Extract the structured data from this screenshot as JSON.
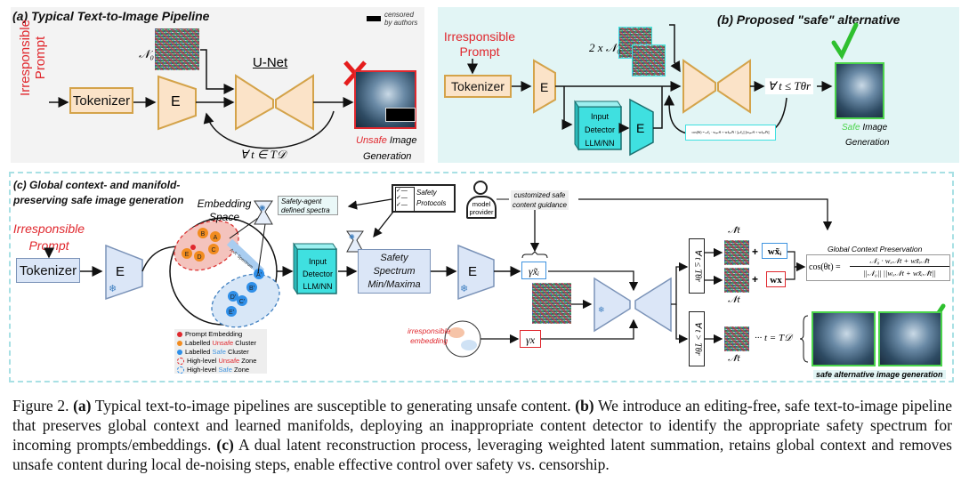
{
  "figure": {
    "panel_a": {
      "title": "(a)  Typical Text-to-Image Pipeline",
      "censored_legend": "censored by authors",
      "prompt_label": "Irresponsible Prompt",
      "tokenizer_label": "Tokenizer",
      "encoder_label": "E",
      "noise_label": "𝒩₀",
      "unet_label": "U-Net",
      "loop_label": "∀ t ∈ T𝒟",
      "output_label_unsafe": "Unsafe",
      "output_label_rest": " Image",
      "output_label_line2": "Generation"
    },
    "panel_b": {
      "title": "(b)  Proposed \"safe\" alternative",
      "prompt_label_line1": "Irresponsible",
      "prompt_label_line2": "Prompt",
      "tokenizer_label": "Tokenizer",
      "encoder_label": "E",
      "encoder2_label": "E",
      "noise_label": "2 x 𝒩₀",
      "detector_lines": [
        "Input",
        "Detector",
        "LLM/NN"
      ],
      "condition_label": "∀ t ≤ Tθr",
      "formula": "cos(θt) = 𝒩₀ · wₓ𝒩t + wx̃ᵢ𝒩̃t / ||𝒩₀|| ||wₓ𝒩t + wx̃ᵢ𝒩̃t||",
      "output_label_safe": "Safe",
      "output_label_rest": " Image",
      "output_label_line2": "Generation"
    },
    "panel_c": {
      "title_line1": "(c)  Global context- and manifold-",
      "title_line2": "preserving safe image generation",
      "prompt_label_line1": "Irresponsible",
      "prompt_label_line2": "Prompt",
      "tokenizer_label": "Tokenizer",
      "encoder_label": "E",
      "embedding_space_line1": "Embedding",
      "embedding_space_line2": "Space",
      "unsafe_points": [
        "A",
        "B",
        "C",
        "D",
        "E"
      ],
      "safe_points": [
        "A'",
        "B'",
        "C'",
        "D'",
        "E'"
      ],
      "spectrum_label": "A-A' Spectrum",
      "safety_agent_line1": "Safety-agent",
      "safety_agent_line2": "defined spectra",
      "safety_protocols_line1": "Safety",
      "safety_protocols_line2": "Protocols",
      "model_provider_line1": "model",
      "model_provider_line2": "provider",
      "guidance_line1": "customized safe",
      "guidance_line2": "content guidance",
      "detector_lines": [
        "Input",
        "Detector",
        "LLM/NN"
      ],
      "spectrum_box_lines": [
        "Safety",
        "Spectrum",
        "Min/Maxima"
      ],
      "encoder2_label": "E",
      "gamma_safe": "γx̃ᵢ",
      "gamma_unsafe": "γx",
      "irresponsible_embedding_line1": "irresponsible",
      "irresponsible_embedding_line2": "embedding",
      "cond_upper": "∀ t ≤ Tθr",
      "cond_lower": "∀ t > Tθr",
      "latent_tilde": "𝒩̃t",
      "latent": "𝒩t",
      "weight_safe": "wx̃ᵢ",
      "weight_unsafe": "wx",
      "plus": "+",
      "global_context_label": "Global Context Preservation",
      "cos_formula_lhs": "cos(θt) =",
      "cos_formula_num": "𝒩₀ · wₓ𝒩t + wx̃ᵢ𝒩̃t",
      "cos_formula_den": "||𝒩₀|| ||wₓ𝒩t + wx̃ᵢ𝒩̃t||",
      "final_step": "··· t = T𝒟",
      "safe_output_label": "safe alternative image generation",
      "legend": [
        {
          "marker": "red-dot",
          "text_pre": "Prompt Embedding",
          "highlight": "",
          "text_post": ""
        },
        {
          "marker": "orange-dot",
          "text_pre": "Labelled ",
          "highlight": "Unsafe",
          "text_post": " Cluster"
        },
        {
          "marker": "blue-dot",
          "text_pre": "Labelled ",
          "highlight": "Safe",
          "text_post": " Cluster"
        },
        {
          "marker": "red-dashed-circle",
          "text_pre": "High-level ",
          "highlight": "Unsafe",
          "text_post": " Zone"
        },
        {
          "marker": "blue-dashed-circle",
          "text_pre": "High-level ",
          "highlight": "Safe",
          "text_post": " Zone"
        }
      ]
    },
    "caption": {
      "prefix": "Figure 2.  ",
      "a_tag": "(a)",
      "a_text": " Typical text-to-image pipelines are susceptible to generating unsafe content.  ",
      "b_tag": "(b)",
      "b_text": " We introduce an editing-free, safe text-to-image pipeline that preserves global context and learned manifolds, deploying an inappropriate content detector to identify the appropriate safety spectrum for incoming prompts/embeddings. ",
      "c_tag": "(c)",
      "c_text": " A dual latent reconstruction process, leveraging weighted latent summation, retains global context and removes unsafe content during local de-noising steps, enable effective control over safety vs. censorship."
    },
    "colors": {
      "unsafe_red": "#e0282e",
      "safe_green": "#4bd44b",
      "safe_blue": "#3f94e0",
      "orange_box": "#fbe3c8",
      "detector_cyan": "#3fe0e0",
      "panel_b_bg": "#e2f5f5",
      "panel_a_bg": "#f3f3f3"
    }
  }
}
